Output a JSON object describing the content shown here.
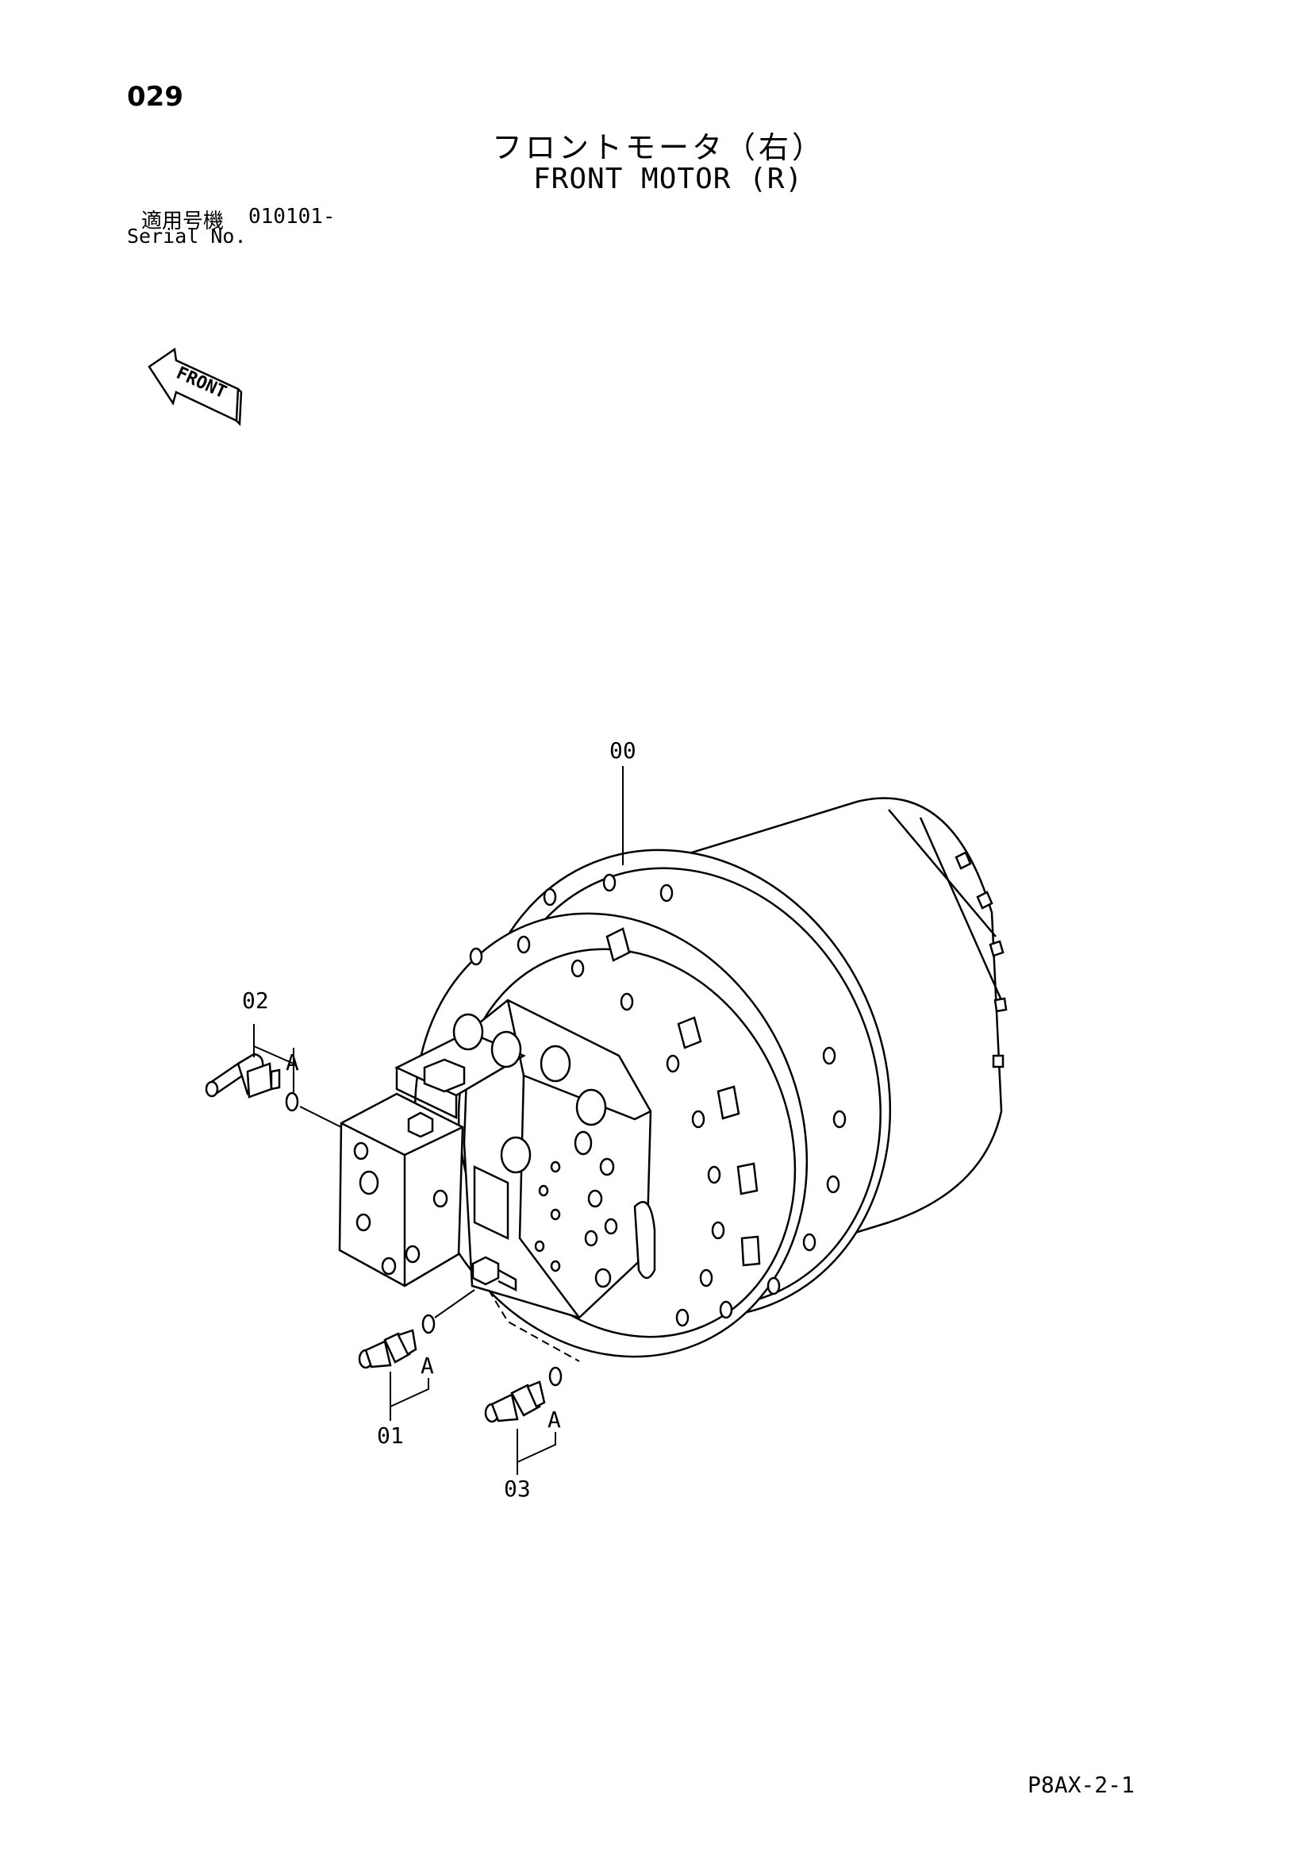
{
  "header": {
    "page_number": "029",
    "title_jp": "フロントモータ（右）",
    "title_en": "FRONT MOTOR (R)",
    "serial_jp_label": "適用号機",
    "serial_value": "010101-",
    "serial_en_label": "Serial No."
  },
  "front_arrow": {
    "label": "FRONT"
  },
  "callouts": {
    "part_00": "00",
    "part_01": "01",
    "part_02": "02",
    "part_03": "03",
    "ref_a": "A"
  },
  "footer": {
    "doc_code": "P8AX-2-1"
  }
}
